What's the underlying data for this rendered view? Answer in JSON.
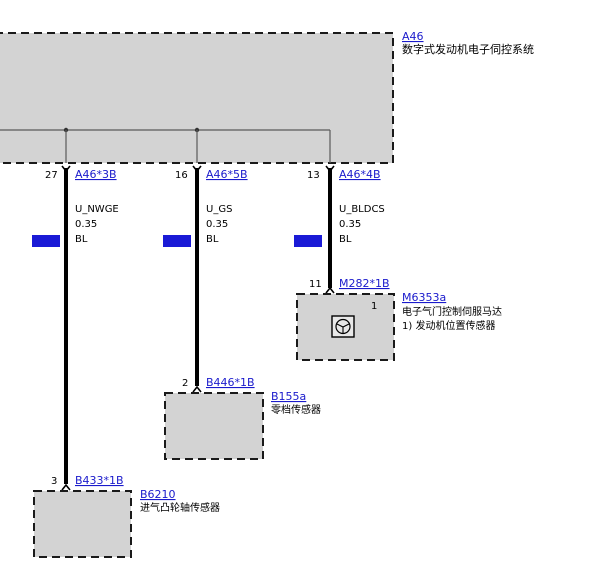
{
  "ecu": {
    "id": "A46",
    "name": "数字式发动机电子伺控系统"
  },
  "wires": [
    {
      "pin": "27",
      "connector": "A46*3B",
      "signal": "U_NWGE",
      "gauge": "0.35",
      "color": "BL",
      "end_pin": "3",
      "end_connector": "B433*1B",
      "device_id": "B6210",
      "device_name": "进气凸轮轴传感器"
    },
    {
      "pin": "16",
      "connector": "A46*5B",
      "signal": "U_GS",
      "gauge": "0.35",
      "color": "BL",
      "end_pin": "2",
      "end_connector": "B446*1B",
      "device_id": "B155a",
      "device_name": "零档传感器"
    },
    {
      "pin": "13",
      "connector": "A46*4B",
      "signal": "U_BLDCS",
      "gauge": "0.35",
      "color": "BL",
      "end_pin": "11",
      "end_connector": "M282*1B",
      "device_id": "M6353a",
      "device_name": "电子气门控制伺服马达",
      "internal_pin": "1",
      "note": "1)  发动机位置传感器"
    }
  ]
}
